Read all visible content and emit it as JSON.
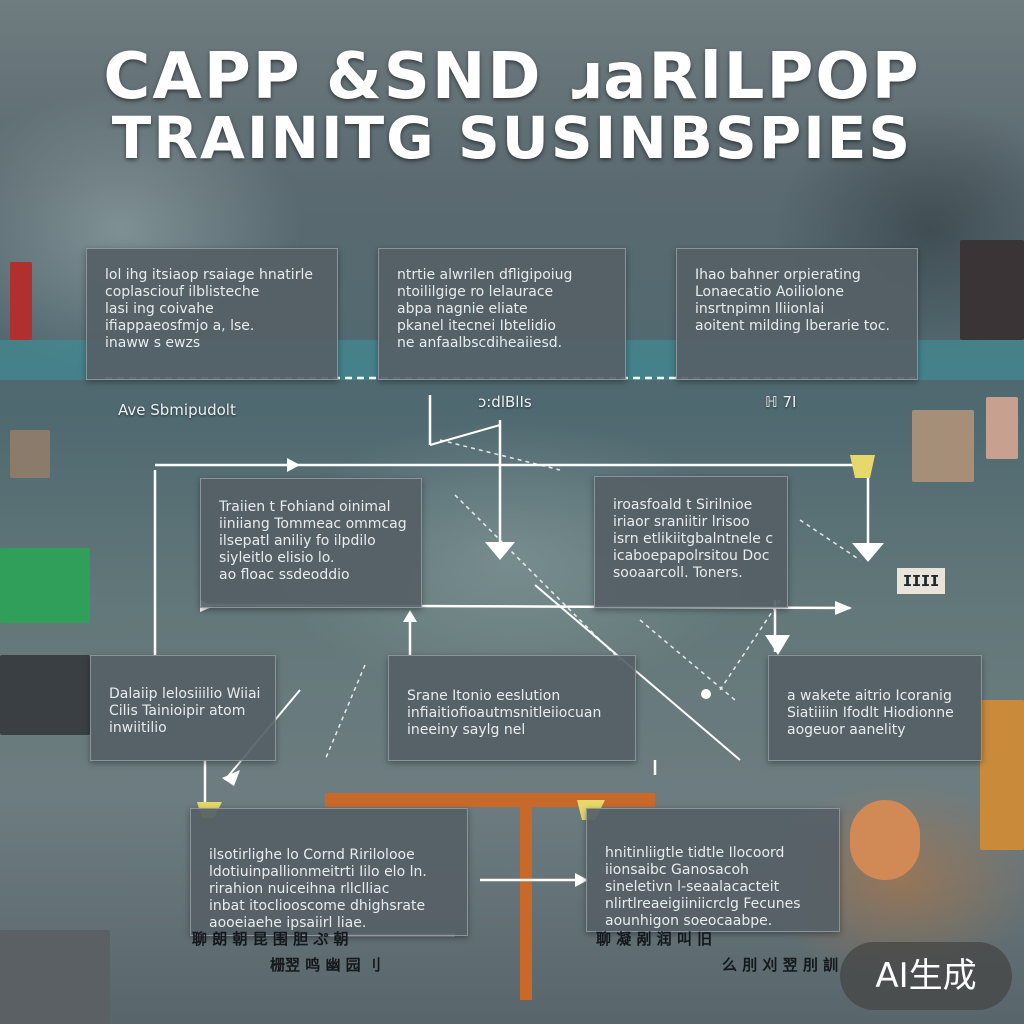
{
  "title": {
    "line1": "CAPP &SND  ɹaRlLPOP",
    "line2": "TRAINITG  SUSINBSPIES"
  },
  "boxes": [
    {
      "id": "top-left",
      "lines": [
        "lol ihg itsiaop rsaiage hnatirle",
        "coplasciouf ilblisteche",
        "lasi ing coivahe",
        "ifiappaeosfmjo a, lse.",
        "inaww s ewzs"
      ]
    },
    {
      "id": "top-center",
      "lines": [
        "ntrtie alwrilen dfligipoiug",
        "ntoililgige ro lelaurace",
        "abpa nagnie eliate",
        "pkanel itecnei Ibtelidio",
        "ne anfaalbscdiheaiiesd."
      ]
    },
    {
      "id": "top-right",
      "lines": [
        "Ihao bahner orpierating",
        "Lonaecatio Aoiliolone",
        "insrtnpimn lliionlai",
        "aoitent milding  lberarie toc."
      ]
    },
    {
      "id": "mid-left",
      "lines": [
        "Traiien t Fohiand oinimal",
        "iiniiang Tommeac ommcage",
        "ilsepatl aniliy fo ilpdilo",
        "siyleitlo elisio  lo.",
        "ao floac  ssdeoddio"
      ]
    },
    {
      "id": "mid-right",
      "lines": [
        "iroasfoald t Sirilnioe",
        "iriaor sraniitir  lrisoo",
        "isrn etlikiitgbalntnele cao",
        "icaboepapolrsitou  Doc",
        "sooaarcoll.  Toners."
      ]
    },
    {
      "id": "lower-left",
      "lines": [
        "Dalaiip  lelosiiilio Wiiaiion",
        "Cilis Tainioipir  atom",
        "inwiitilio"
      ]
    },
    {
      "id": "lower-center",
      "lines": [
        "Srane Itonio eeslution",
        "infiaitiofioautmsnitleiiocuan",
        "ineeiny saylg nel"
      ]
    },
    {
      "id": "lower-right",
      "lines": [
        "a wakete  aitrio Icoranig",
        "Siatiiiin Ifodlt Hiodionne",
        "aogeuor aanelity"
      ]
    },
    {
      "id": "bottom-left",
      "lines": [
        "ilsotirlighe lo Cornd Ririlolooe",
        "ldotiuinpallionmeitrti Iilo elo ln.",
        "rirahion nuiceihna rllclliac",
        "inbat itocliooscome dhighsrate",
        "aooeiaehe ipsaiirl liae."
      ]
    },
    {
      "id": "bottom-right",
      "lines": [
        "hnitinliigtle tidtle Ilocoord",
        "iionsaibc Ganosacoh",
        "sineletivn l-seaalacacteit",
        "nlirtlreaeigiiniicrclg Fecunes",
        "aounhigon soeocaabpe."
      ]
    }
  ],
  "labels": {
    "left_side": "Ave Sbmipudolt",
    "center_top": "ɔ:dlBlIs",
    "right_top": "ℍ 7I",
    "right_mid": "ⵊⵊⵊⵊ",
    "bottom_left_1": "聊 朗 朝 昆 围 胆  ぷ   朝",
    "bottom_left_2": "栅翌 鸣 幽 园 刂",
    "bottom_right_1": "聊 凝 剐 润 叫 旧",
    "bottom_right_2": "么 刖 刈 翌 刖 訓"
  },
  "badge": "AI生成",
  "colors": {
    "box_fill": "#566066",
    "line": "#ffffff",
    "accent_teal": "#3c96a0",
    "accent_orange": "#c8692a"
  }
}
